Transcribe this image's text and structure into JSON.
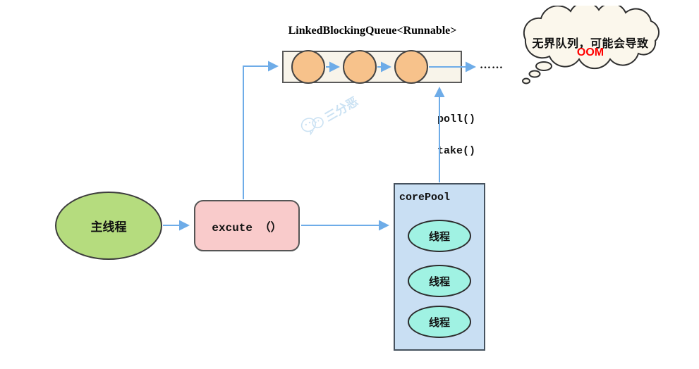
{
  "colors": {
    "arrow": "#6EACE8",
    "main_thread_fill": "#B5DC7E",
    "execute_fill": "#F9CBCB",
    "core_pool_fill": "#C9DFF3",
    "thread_fill": "#A0F2E3",
    "queue_band_fill": "#F8F4EA",
    "task_circle_fill": "#F7C28B",
    "cloud_fill": "#FBF7EC",
    "oom_text_color": "#FF0000",
    "watermark_color": "#C3DDF2"
  },
  "queue": {
    "label": "LinkedBlockingQueue<Runnable>",
    "task_count": 3,
    "overflow_dots": "……"
  },
  "nodes": {
    "main_thread": "主线程",
    "execute": "excute （）",
    "core_pool": "corePool",
    "threads": [
      "线程",
      "线程",
      "线程"
    ]
  },
  "queue_ops": {
    "poll": "poll()",
    "take": "take()"
  },
  "thought_bubble": {
    "line1": "无界队列，可能会导致",
    "line2": "OOM"
  },
  "watermark": {
    "text": "三分恶"
  }
}
